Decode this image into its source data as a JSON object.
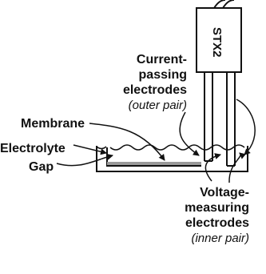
{
  "device_label": "STX2",
  "labels": {
    "current_1": "Current-",
    "current_2": "passing",
    "current_3": "electrodes",
    "current_note": "(outer pair)",
    "membrane": "Membrane",
    "electrolyte": "Electrolyte",
    "gap": "Gap",
    "voltage_1": "Voltage-",
    "voltage_2": "measuring",
    "voltage_3": "electrodes",
    "voltage_note": "(inner pair)"
  }
}
